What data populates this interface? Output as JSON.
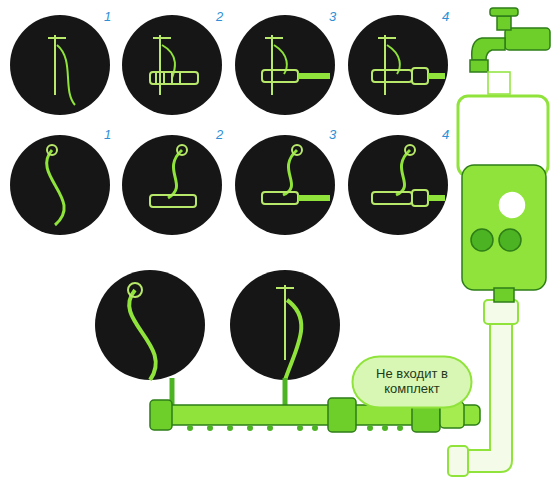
{
  "diagram": {
    "nodes": [
      {
        "text": [
          "Не входит в комплект"
        ]
      }
    ],
    "labels": [
      "1",
      "2",
      "3",
      "4",
      "1",
      "2",
      "3",
      "4"
    ]
  }
}
